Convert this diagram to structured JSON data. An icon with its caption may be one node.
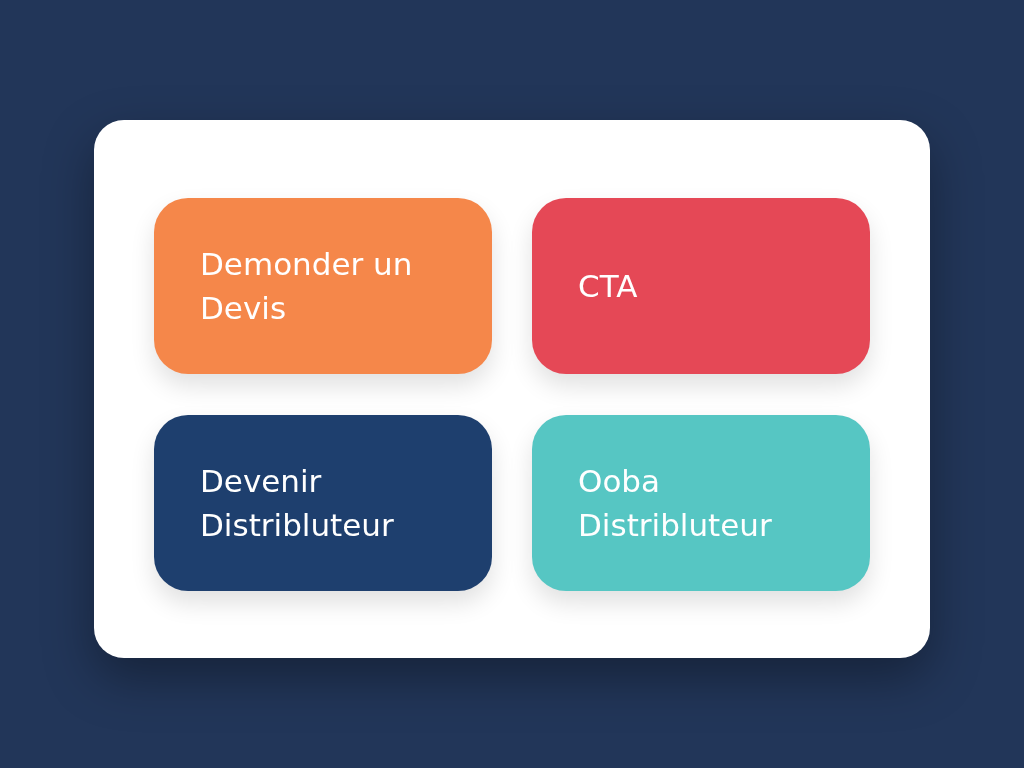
{
  "diagram": {
    "nodes": [
      {
        "text": [],
        "shape": "box"
      },
      {
        "text": [
          "Demonder un Devis"
        ],
        "in": 0
      },
      {
        "text": [
          "CTA"
        ],
        "in": 0
      },
      {
        "text": [
          "Devenir Distribluteur"
        ],
        "in": 0
      },
      {
        "text": [
          "Ooba Distribluteur"
        ],
        "in": 0
      }
    ]
  }
}
